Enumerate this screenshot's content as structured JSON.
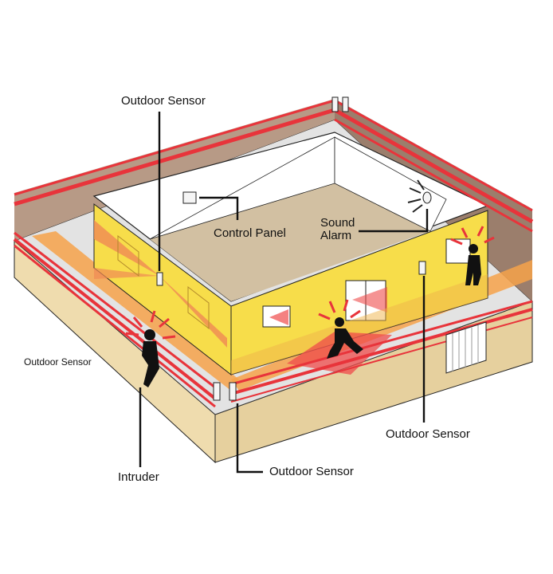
{
  "labels": {
    "outdoor_sensor_top": "Outdoor Sensor",
    "control_panel": "Control Panel",
    "sound_alarm_line1": "Sound",
    "sound_alarm_line2": "Alarm",
    "outdoor_sensor_left": "Outdoor Sensor",
    "outdoor_sensor_right": "Outdoor Sensor",
    "intruder": "Intruder",
    "outdoor_sensor_bottom": "Outdoor Sensor"
  },
  "colors": {
    "laser_red": "#e8343b",
    "wall_yellow": "#f7dd4a",
    "orange_path": "#f6a24a",
    "ground_tan": "#e9d3a2",
    "roof_tan": "#d2c0a2",
    "wall_brown": "#b79a86"
  }
}
